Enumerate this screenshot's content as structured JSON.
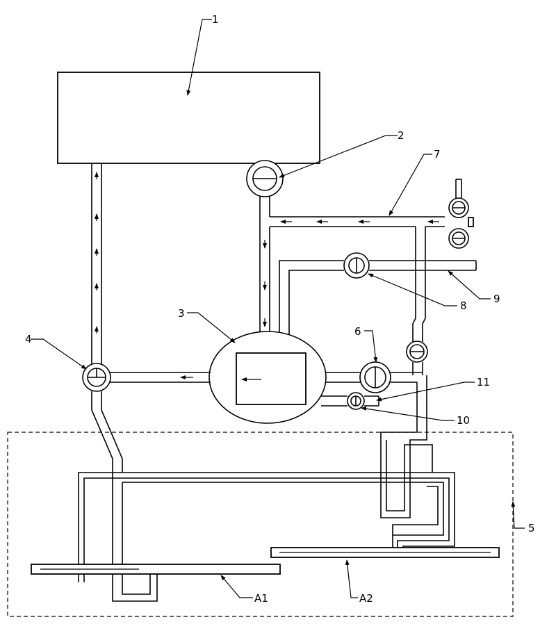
{
  "labels": {
    "l1": "1",
    "l2": "2",
    "l3": "3",
    "l4": "4",
    "l5": "5",
    "l6": "6",
    "l7": "7",
    "l8": "8",
    "l9": "9",
    "l10": "10",
    "l11": "11",
    "lA1": "A1",
    "lA2": "A2"
  }
}
